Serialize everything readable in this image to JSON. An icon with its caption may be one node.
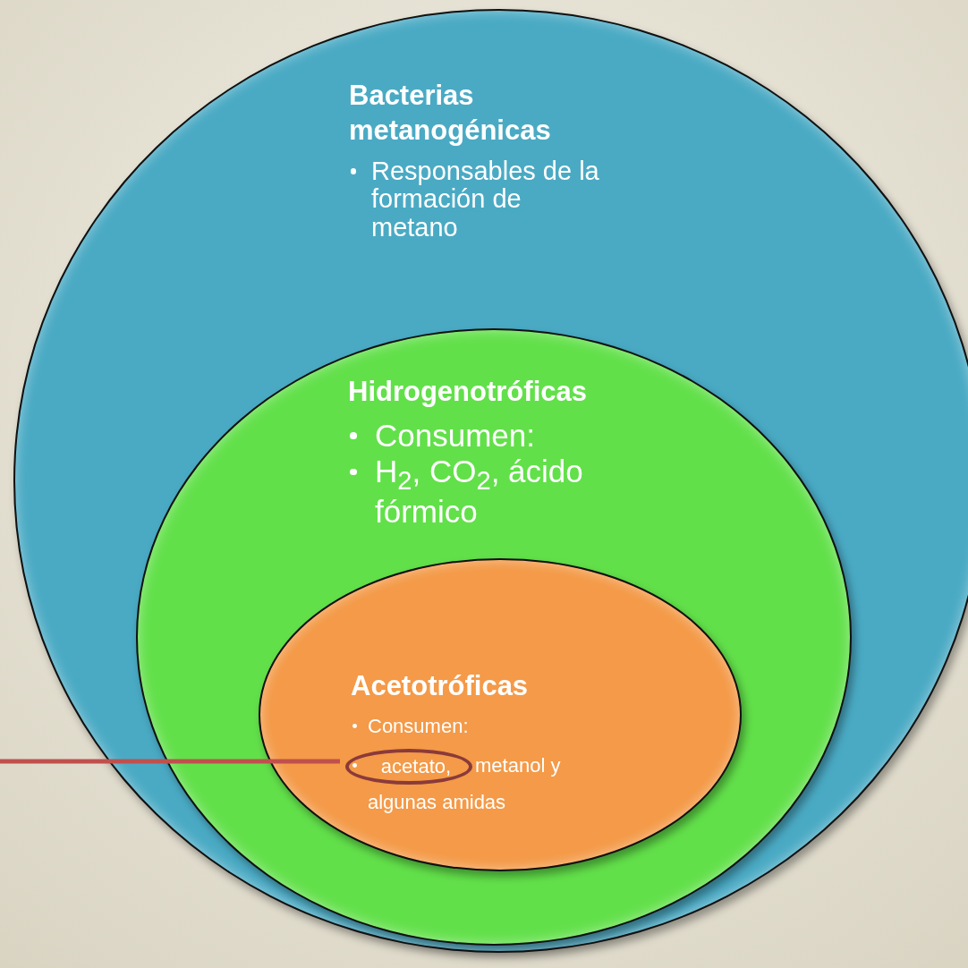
{
  "diagram": {
    "nodes": [
      {
        "text": [
          "Bacterias metanogénicas",
          "Responsables de la formación de metano"
        ]
      },
      {
        "text": [
          "Hidrogenotróficas",
          "Consumen:",
          "H$_{2}$, CO$_{2}$, ácido fórmico"
        ],
        "in": 0
      },
      {
        "text": [
          "Acetotróficas",
          "Consumen:",
          "metanol y algunas amidas"
        ],
        "in": 1
      },
      {
        "text": [
          "acetato,"
        ],
        "in": 2
      }
    ],
    "edges": [
      {
        "from": null,
        "to": 3,
        "arrow": "none",
        "color": "#c0504d"
      }
    ]
  }
}
